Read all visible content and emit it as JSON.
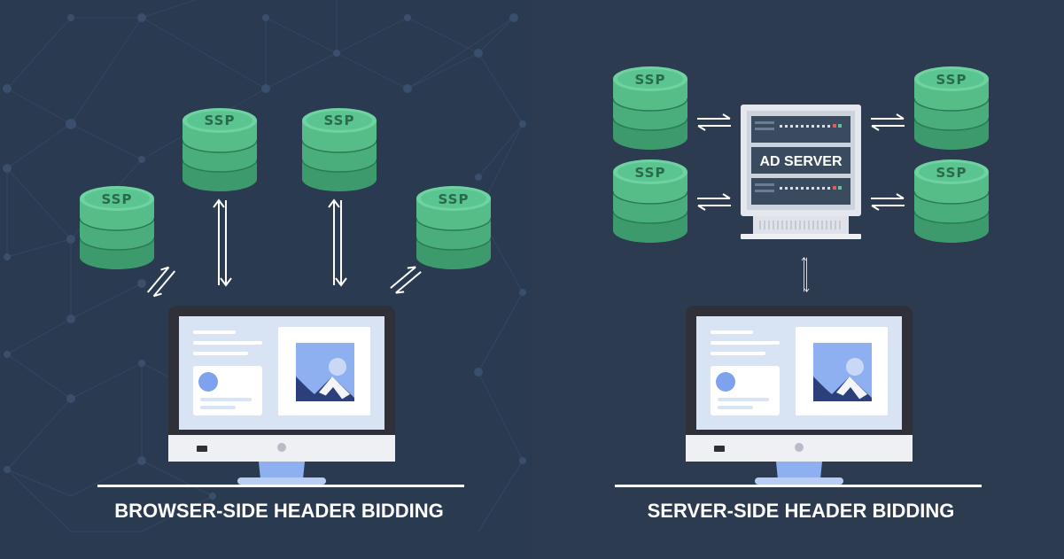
{
  "colors": {
    "background_left": "#2a3a50",
    "background_right": "#2c3b50",
    "network_lines": "#34475f",
    "network_nodes": "#3a4f6b",
    "ssp_light": "#5bc592",
    "ssp_mid": "#3e9e6f",
    "ssp_dark": "#2c7a54",
    "ssp_label": "#dff5e9",
    "monitor_frame": "#2f3038",
    "monitor_chin": "#eef0f3",
    "screen_bg": "#d8e3f4",
    "image_sky": "#8fb0f0",
    "image_mountain": "#2c3f7a",
    "stand": "#8fb0f0",
    "arrow": "#ffffff",
    "server_frame": "#e4e8ee",
    "server_panel": "#3a4b60",
    "caption_text": "#ffffff"
  },
  "icons": {
    "ssp": "database-stack-icon",
    "computer": "desktop-monitor-icon",
    "server": "server-rack-icon",
    "arrows": "bidirectional-arrows-icon"
  },
  "left_panel": {
    "caption": "BROWSER-SIDE HEADER BIDDING",
    "ssp_labels": [
      "SSP",
      "SSP",
      "SSP",
      "SSP"
    ]
  },
  "right_panel": {
    "caption": "SERVER-SIDE HEADER BIDDING",
    "server_label": "AD SERVER",
    "ssp_labels": [
      "SSP",
      "SSP",
      "SSP",
      "SSP"
    ]
  }
}
